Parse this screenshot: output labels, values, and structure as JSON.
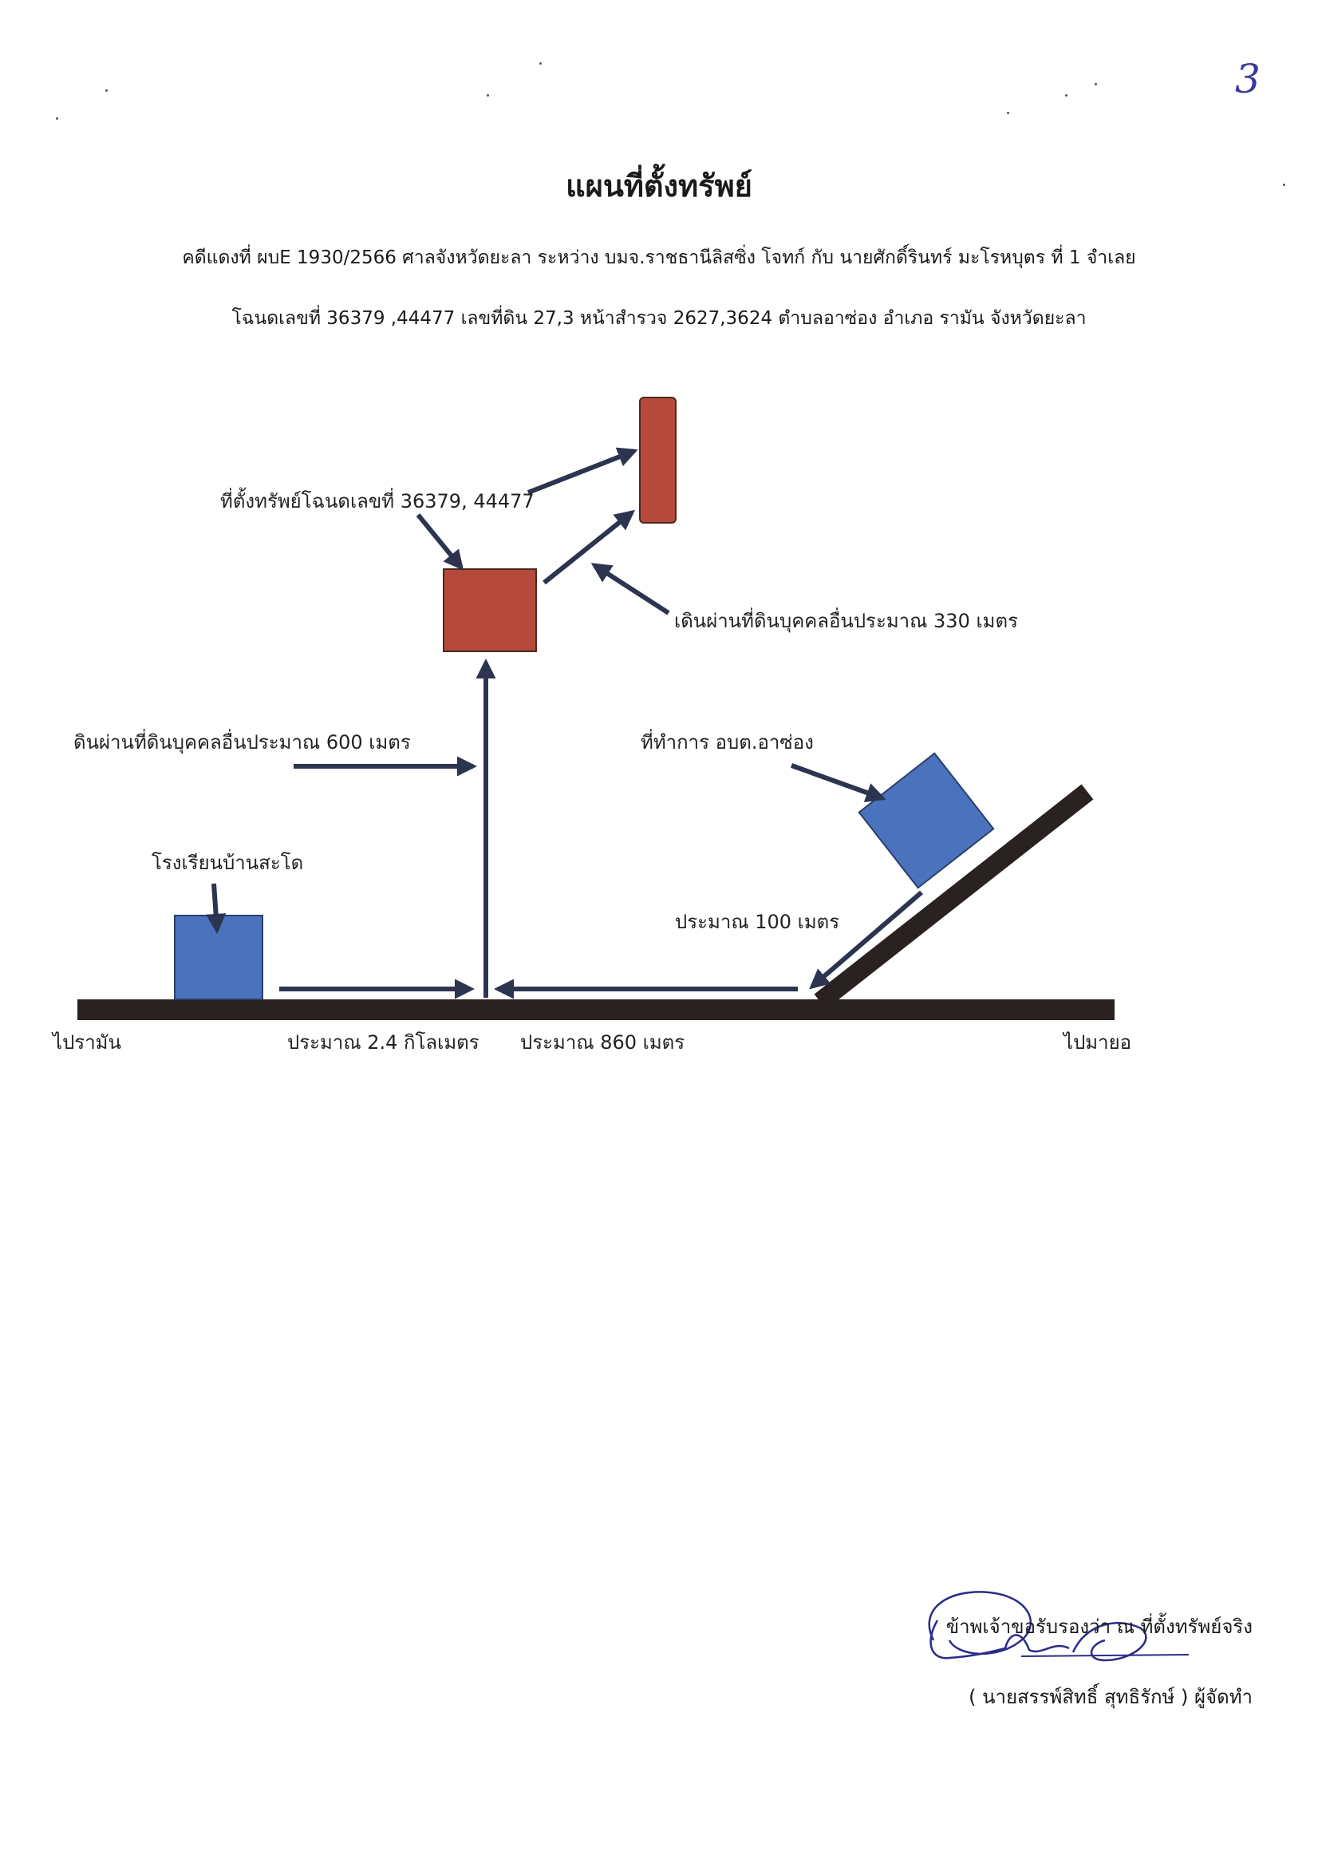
{
  "page_number": "3",
  "title": "แผนที่ตั้งทรัพย์",
  "case_line": "คดีแดงที่ ผบE 1930/2566 ศาลจังหวัดยะลา ระหว่าง บมจ.ราชธานีลิสซิ่ง โจทก์ กับ นายศักดิ์รินทร์ มะโรหบุตร ที่ 1 จำเลย",
  "deed_line": "โฉนดเลขที่ 36379 ,44477 เลขที่ดิน 27,3 หน้าสำรวจ 2627,3624 ตำบลอาซ่อง อำเภอ รามัน จังหวัดยะลา",
  "diagram": {
    "label_property": "ที่ตั้งทรัพย์โฉนดเลขที่ 36379, 44477",
    "label_walk_330": "เดินผ่านที่ดินบุคคลอื่นประมาณ 330 เมตร",
    "label_walk_600": "ดินผ่านที่ดินบุคคลอื่นประมาณ 600 เมตร",
    "label_office": "ที่ทำการ อบต.อาซ่อง",
    "label_school": "โรงเรียนบ้านสะโด",
    "label_100m": "ประมาณ 100 เมตร",
    "label_to_raman": "ไปรามัน",
    "label_24km": "ประมาณ 2.4 กิโลเมตร",
    "label_860m": "ประมาณ 860 เมตร",
    "label_to_mayo": "ไปมายอ"
  },
  "colors": {
    "property": "#b5493a",
    "building": "#4a72bd",
    "road": "#2a2220",
    "arrow": "#2c3450"
  },
  "certification": {
    "statement": "ข้าพเจ้าขอรับรองว่า ณ ที่ตั้งทรัพย์จริง",
    "preparer": "( นายสรรพ์สิทธิ์ สุทธิรักษ์ ) ผู้จัดทำ"
  }
}
